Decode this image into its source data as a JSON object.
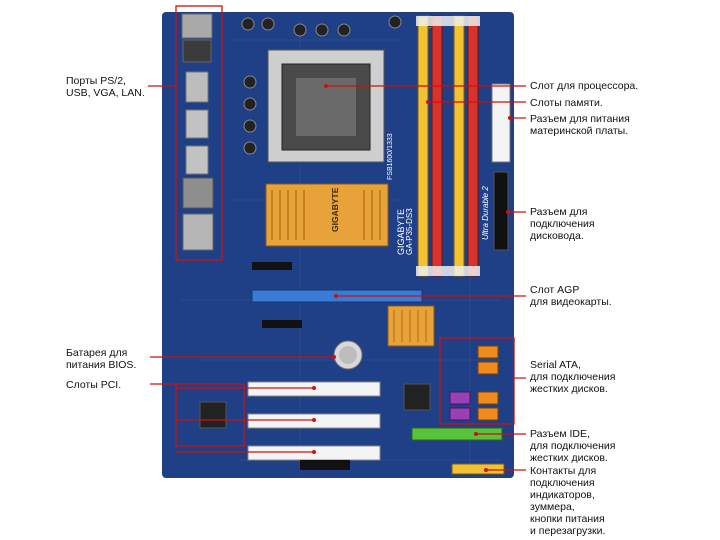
{
  "labels": {
    "ports": "Порты PS/2,\nUSB, VGA, LAN.",
    "battery": "Батарея для\nпитания BIOS.",
    "pci": "Слоты PCI.",
    "cpu_socket": "Слот для процессора.",
    "memory_slots": "Слоты памяти.",
    "power_connector": "Разъем для питания\nматеринской платы.",
    "floppy_connector": "Разъем для\nподключения\nдисковода.",
    "agp_slot": "Слот AGP\nдля видеокарты.",
    "sata": "Serial ATA,\nдля подключения\nжестких дисков.",
    "ide": "Разъем IDE,\nдля подключения\nжестких дисков.",
    "front_panel": "Контакты для\nподключения\nиндикаторов,\nзуммера,\nкнопки питания\nи перезагрузки."
  },
  "board_markings": {
    "brand_on_heatsink": "GIGABYTE",
    "brand_vertical": "GIGABYTE",
    "model_vertical": "GA-P35-DS3",
    "fsb_vertical": "FSB1600/1333",
    "feature_vertical": "Ultra Durable 2"
  },
  "colors": {
    "pcb": "#1f3f86",
    "callout": "#cc1111",
    "heatsink": "#e8a23a",
    "ram_yellow": "#f2c233",
    "ram_red": "#d8322a",
    "agp_blue": "#3a7bd5",
    "sata_orange": "#f08a1c",
    "sata_purple": "#9b3fb5",
    "ide_green": "#58c23a",
    "pci_white": "#f4f4f4"
  }
}
